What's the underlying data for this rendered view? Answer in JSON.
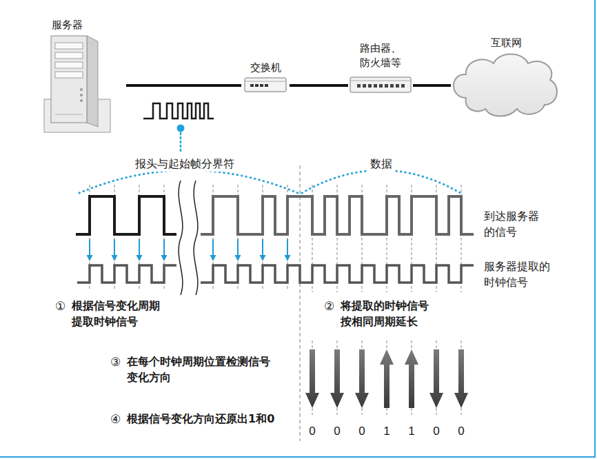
{
  "diagram": {
    "nodes": [
      {
        "text": [
          "服务器"
        ]
      },
      {
        "text": [
          "交换机"
        ]
      },
      {
        "text": [
          "路由器、 防火墙等"
        ]
      },
      {
        "text": [
          "互联网"
        ]
      }
    ],
    "edges": [
      {
        "from": 0,
        "to": 1,
        "arrow": "none"
      },
      {
        "from": 1,
        "to": 2,
        "arrow": "none"
      },
      {
        "from": 2,
        "to": 3,
        "arrow": "none"
      }
    ],
    "labels": [
      "报头与起始帧分界符",
      "数据",
      "到达服务器 的信号",
      "服务器提取的 时钟信号",
      "①",
      "根据信号变化周期 提取时钟信号",
      "②",
      "将提取的时钟信号 按相同周期延长",
      "③",
      "在每个时钟周期位置检测信号 变化方向",
      "④",
      "根据信号变化方向还原出1和0",
      "0",
      "0",
      "0",
      "1",
      "1",
      "0",
      "0"
    ]
  }
}
